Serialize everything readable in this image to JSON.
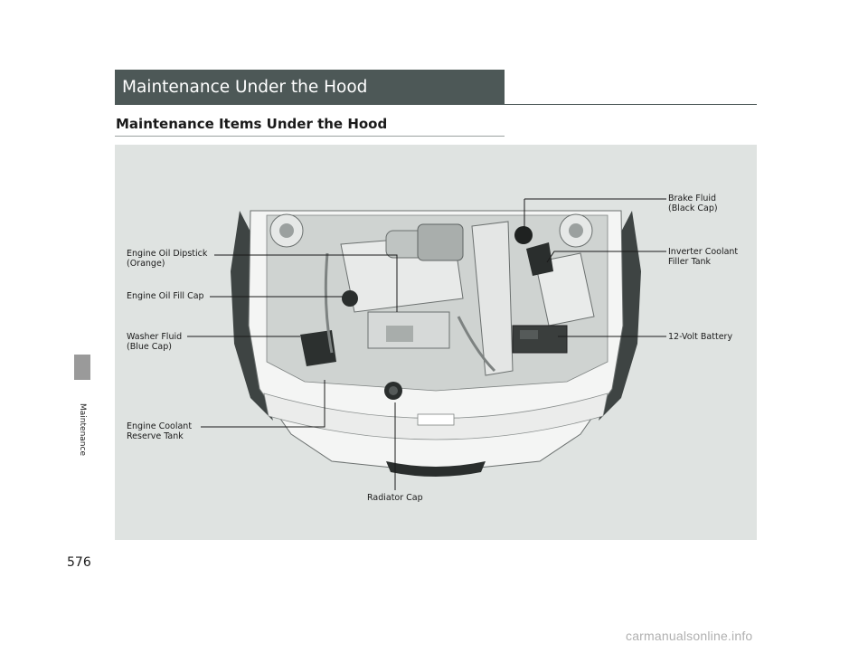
{
  "section": {
    "title": "Maintenance Under the Hood",
    "subtitle": "Maintenance Items Under the Hood"
  },
  "sidebar": {
    "tab_label": "Maintenance"
  },
  "figure": {
    "callouts": [
      {
        "id": "brake-fluid",
        "text": "Brake Fluid\n(Black Cap)"
      },
      {
        "id": "inverter-coolant",
        "text": "Inverter Coolant\nFiller Tank"
      },
      {
        "id": "battery",
        "text": "12-Volt Battery"
      },
      {
        "id": "oil-dipstick",
        "text": "Engine Oil Dipstick\n(Orange)"
      },
      {
        "id": "oil-fill-cap",
        "text": "Engine Oil Fill Cap"
      },
      {
        "id": "washer-fluid",
        "text": "Washer Fluid\n(Blue Cap)"
      },
      {
        "id": "coolant-reserve",
        "text": "Engine Coolant\nReserve Tank"
      },
      {
        "id": "radiator-cap",
        "text": "Radiator Cap"
      }
    ]
  },
  "footer": {
    "page_number": "576",
    "watermark": "carmanualsonline.info"
  },
  "colors": {
    "section_bar": "#4d5857",
    "figure_bg": "#dfe3e1",
    "side_tab": "#9a9a9a"
  }
}
